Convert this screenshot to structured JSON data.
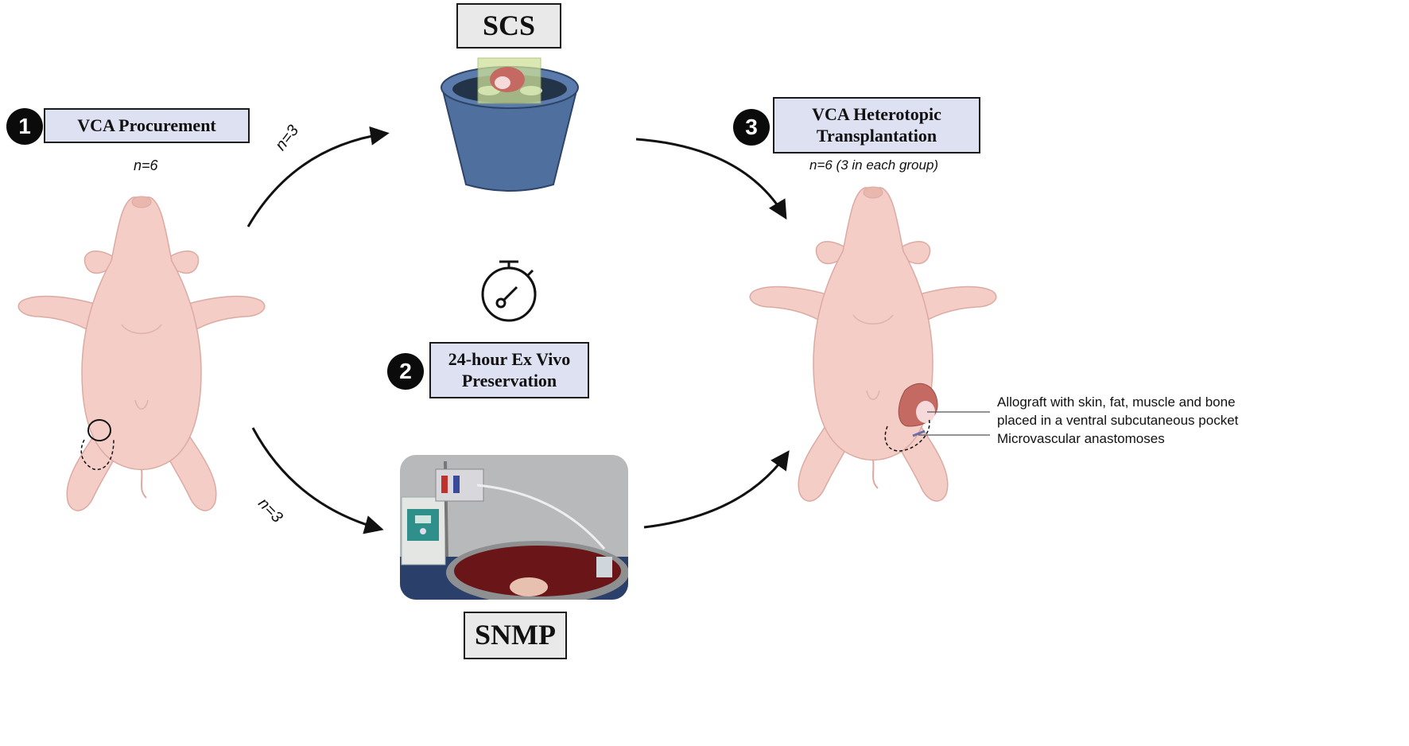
{
  "colors": {
    "label_box_fill": "#dde1f1",
    "method_box_fill": "#e9e9e9",
    "pig_skin": "#f3cdc6",
    "pig_outline": "#dcaaa2",
    "bucket_blue": "#4f6f9e",
    "graft_red": "#c46a63",
    "arrow": "#111111"
  },
  "step1": {
    "number": "1",
    "title": "VCA Procurement",
    "n": "n=6"
  },
  "step2": {
    "number": "2",
    "title_line1": "24-hour Ex Vivo",
    "title_line2": "Preservation"
  },
  "step3": {
    "number": "3",
    "title_line1": "VCA Heterotopic",
    "title_line2": "Transplantation",
    "n": "n=6 (3 in each group)"
  },
  "methods": {
    "scs": "SCS",
    "snmp": "SNMP"
  },
  "arrows": {
    "upper_n": "n=3",
    "lower_n": "n=3"
  },
  "annotations": {
    "allograft_line1": "Allograft with skin, fat, muscle and bone",
    "allograft_line2": "placed in a ventral subcutaneous pocket",
    "anastomoses": "Microvascular anastomoses"
  },
  "icons": [
    "stopwatch-icon",
    "bucket-ice-icon",
    "pig-donor-illustration",
    "pig-recipient-illustration",
    "perfusion-machine-photo"
  ]
}
